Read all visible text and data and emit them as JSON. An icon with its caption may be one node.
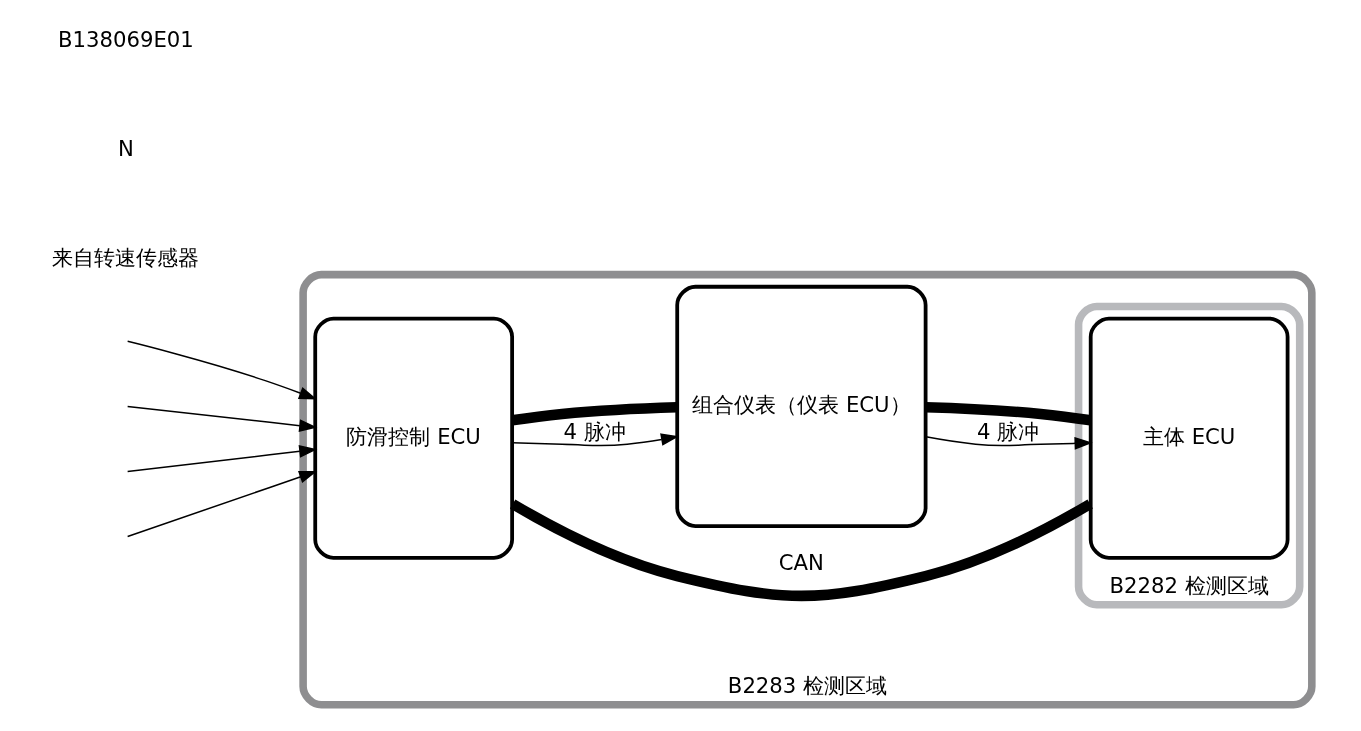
{
  "diagram": {
    "nodes": [
      {
        "text": [
          "B2283 检测区域"
        ]
      },
      {
        "text": [
          "B2282 检测区域"
        ],
        "in": 0
      },
      {
        "text": [
          "防滑控制 ECU"
        ],
        "in": 0
      },
      {
        "text": [
          "组合仪表（仪表 ECU）"
        ],
        "in": 0
      },
      {
        "text": [
          "主体 ECU"
        ],
        "in": 1
      }
    ],
    "edges": [
      {
        "from": null,
        "to": 2,
        "arrow": "to"
      },
      {
        "from": null,
        "to": 2,
        "arrow": "to"
      },
      {
        "from": null,
        "to": 2,
        "arrow": "to"
      },
      {
        "from": null,
        "to": 2,
        "arrow": "to"
      },
      {
        "from": 2,
        "to": 3,
        "arrow": "to",
        "label": "4 脉冲"
      },
      {
        "from": 3,
        "to": 4,
        "arrow": "to",
        "label": "4 脉冲"
      },
      {
        "from": 2,
        "to": 4,
        "arrow": "none",
        "style": "thick",
        "label": "CAN"
      },
      {
        "from": 3,
        "to": 2,
        "arrow": "none",
        "style": "thick"
      },
      {
        "from": 3,
        "to": 4,
        "arrow": "none",
        "style": "thick"
      }
    ],
    "labels": [
      "来自转速传感器",
      "N",
      "B138069E01"
    ]
  }
}
